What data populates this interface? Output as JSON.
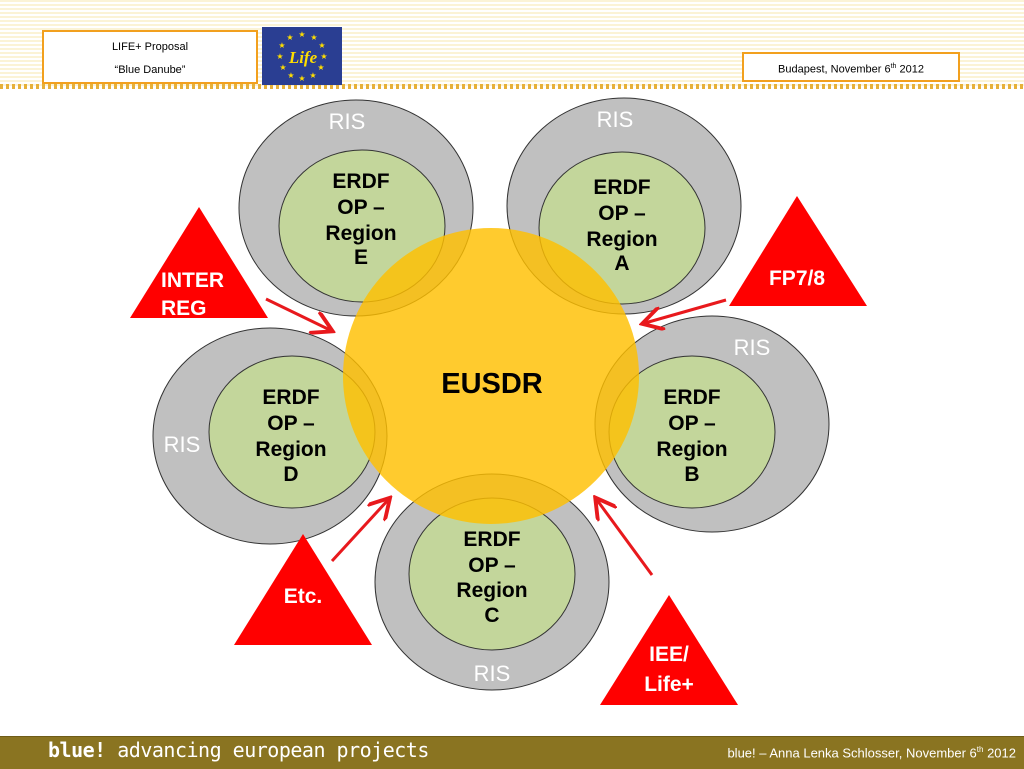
{
  "header": {
    "proposal_line1": "LIFE+ Proposal",
    "proposal_line2": "“Blue Danube”",
    "date_prefix": "Budapest, November 6",
    "date_sup": "th",
    "date_suffix": " 2012"
  },
  "logo": {
    "text": "Life",
    "icon": "eu-life-logo"
  },
  "center": {
    "label": "EUSDR",
    "color": "#ffc000"
  },
  "regions": {
    "e": {
      "ris": "RIS",
      "lines": [
        "ERDF",
        "OP –",
        "Region",
        "E"
      ]
    },
    "a": {
      "ris": "RIS",
      "lines": [
        "ERDF",
        "OP –",
        "Region",
        "A"
      ]
    },
    "d": {
      "ris": "RIS",
      "lines": [
        "ERDF",
        "OP –",
        "Region",
        "D"
      ]
    },
    "b": {
      "ris": "RIS",
      "lines": [
        "ERDF",
        "OP –",
        "Region",
        "B"
      ]
    },
    "c": {
      "ris": "RIS",
      "lines": [
        "ERDF",
        "OP –",
        "Region",
        "C"
      ]
    }
  },
  "triangles": {
    "interreg": {
      "lines": [
        "INTER",
        "REG"
      ]
    },
    "fp": {
      "lines": [
        "FP7/8"
      ]
    },
    "etc": {
      "lines": [
        "Etc."
      ]
    },
    "iee": {
      "lines": [
        "IEE/",
        "Life+"
      ]
    }
  },
  "colors": {
    "outer": "#c0c0c0",
    "inner": "#c3d69b",
    "triangle": "#ff0000",
    "arrow": "#e8191d"
  },
  "footer": {
    "brand": "blue!",
    "tagline": " advancing european projects",
    "right_prefix": "blue! – Anna Lenka Schlosser, November 6",
    "right_sup": "th",
    "right_suffix": " 2012"
  }
}
